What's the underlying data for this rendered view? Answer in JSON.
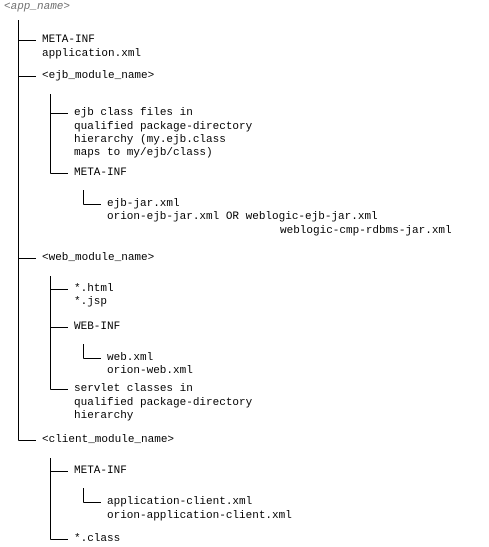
{
  "root": "<app_name>",
  "meta_inf": {
    "folder": "META-INF",
    "file": "application.xml"
  },
  "ejb_module": {
    "folder": "<ejb_module_name>",
    "class_files": [
      "ejb class files in",
      "qualified package-directory",
      "hierarchy (my.ejb.class",
      "maps to my/ejb/class)"
    ],
    "meta_inf": "META-INF",
    "meta_inf_files": [
      "ejb-jar.xml",
      "orion-ejb-jar.xml OR weblogic-ejb-jar.xml",
      "weblogic-cmp-rdbms-jar.xml"
    ]
  },
  "web_module": {
    "folder": "<web_module_name>",
    "pages": [
      "*.html",
      "*.jsp"
    ],
    "web_inf": "WEB-INF",
    "web_inf_files": [
      "web.xml",
      "orion-web.xml"
    ],
    "servlet_classes": [
      "servlet classes in",
      "qualified package-directory",
      "hierarchy"
    ]
  },
  "client_module": {
    "folder": "<client_module_name>",
    "meta_inf": "META-INF",
    "meta_inf_files": [
      "application-client.xml",
      "orion-application-client.xml"
    ],
    "class_files": "*.class"
  }
}
